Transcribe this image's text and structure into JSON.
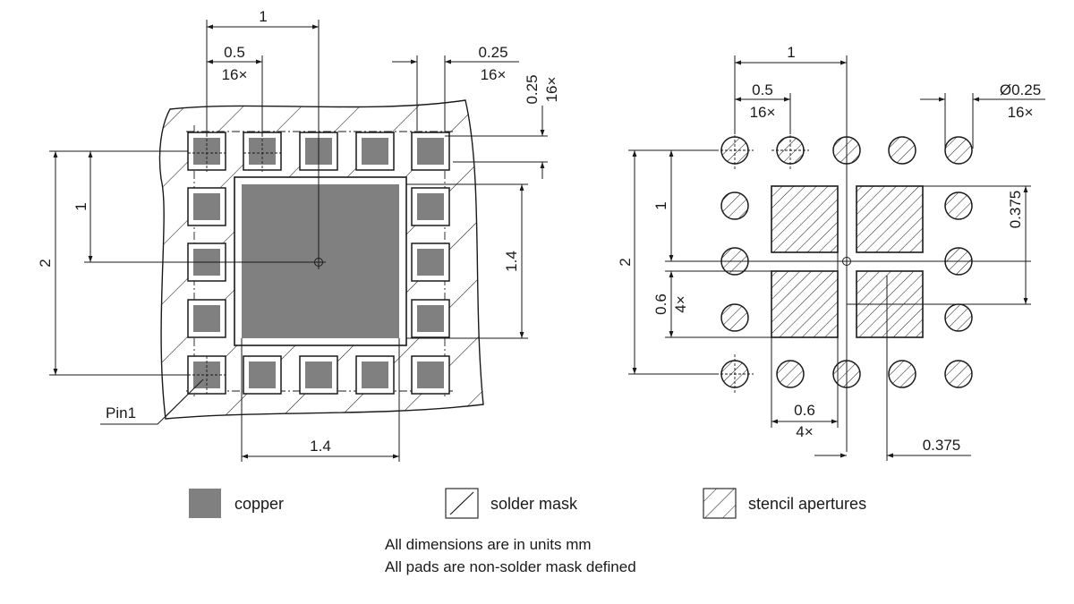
{
  "left_view": {
    "dim_top_1": "1",
    "dim_pitch": "0.5",
    "dim_pitch_count": "16×",
    "dim_pad_w": "0.25",
    "dim_pad_w_count": "16×",
    "dim_pad_h": "0.25",
    "dim_pad_h_count": "16×",
    "dim_left_1": "1",
    "dim_left_2": "2",
    "dim_right_epad": "1.4",
    "dim_bottom_epad": "1.4",
    "pin1_label": "Pin1"
  },
  "right_view": {
    "dim_top_1": "1",
    "dim_pitch": "0.5",
    "dim_pitch_count": "16×",
    "dim_diameter": "Ø0.25",
    "dim_diameter_count": "16×",
    "dim_left_1": "1",
    "dim_left_2": "2",
    "dim_aperture_v": "0.6",
    "dim_aperture_v_count": "4×",
    "dim_aperture_h": "0.6",
    "dim_aperture_h_count": "4×",
    "dim_offset_v": "0.375",
    "dim_offset_h": "0.375"
  },
  "legend": {
    "copper": "copper",
    "solder_mask": "solder mask",
    "stencil": "stencil apertures"
  },
  "colors": {
    "copper": "#808080",
    "line": "#1a1a1a"
  },
  "notes": {
    "line1": "All dimensions are in units mm",
    "line2": "All pads are non-solder mask defined"
  }
}
